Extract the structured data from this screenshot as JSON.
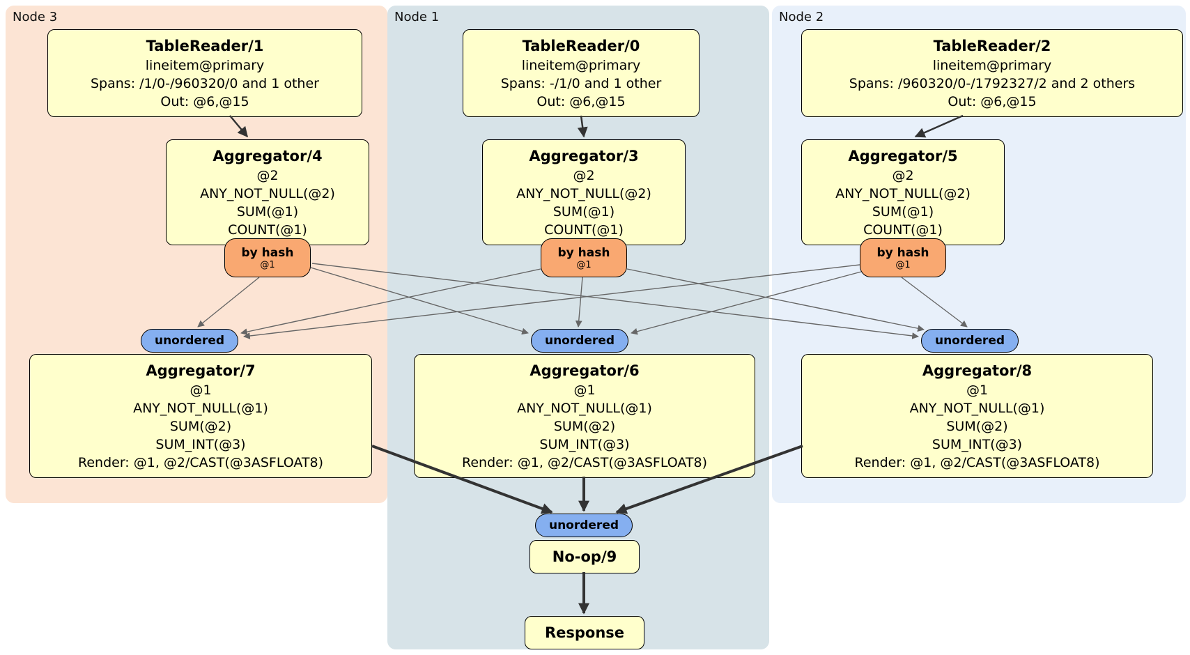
{
  "groups": {
    "node3": {
      "label": "Node 3"
    },
    "node1": {
      "label": "Node 1"
    },
    "node2": {
      "label": "Node 2"
    }
  },
  "processors": {
    "tr1": {
      "title": "TableReader/1",
      "lines": [
        "lineitem@primary",
        "Spans: /1/0-/960320/0 and 1 other",
        "Out: @6,@15"
      ]
    },
    "tr0": {
      "title": "TableReader/0",
      "lines": [
        "lineitem@primary",
        "Spans: -/1/0 and 1 other",
        "Out: @6,@15"
      ]
    },
    "tr2": {
      "title": "TableReader/2",
      "lines": [
        "lineitem@primary",
        "Spans: /960320/0-/1792327/2 and 2 others",
        "Out: @6,@15"
      ]
    },
    "agg4": {
      "title": "Aggregator/4",
      "lines": [
        "@2",
        "ANY_NOT_NULL(@2)",
        "SUM(@1)",
        "COUNT(@1)"
      ]
    },
    "agg3": {
      "title": "Aggregator/3",
      "lines": [
        "@2",
        "ANY_NOT_NULL(@2)",
        "SUM(@1)",
        "COUNT(@1)"
      ]
    },
    "agg5": {
      "title": "Aggregator/5",
      "lines": [
        "@2",
        "ANY_NOT_NULL(@2)",
        "SUM(@1)",
        "COUNT(@1)"
      ]
    },
    "agg7": {
      "title": "Aggregator/7",
      "lines": [
        "@1",
        "ANY_NOT_NULL(@1)",
        "SUM(@2)",
        "SUM_INT(@3)",
        "Render: @1, @2/CAST(@3ASFLOAT8)"
      ]
    },
    "agg6": {
      "title": "Aggregator/6",
      "lines": [
        "@1",
        "ANY_NOT_NULL(@1)",
        "SUM(@2)",
        "SUM_INT(@3)",
        "Render: @1, @2/CAST(@3ASFLOAT8)"
      ]
    },
    "agg8": {
      "title": "Aggregator/8",
      "lines": [
        "@1",
        "ANY_NOT_NULL(@1)",
        "SUM(@2)",
        "SUM_INT(@3)",
        "Render: @1, @2/CAST(@3ASFLOAT8)"
      ]
    },
    "noop9": {
      "title": "No-op/9"
    },
    "response": {
      "title": "Response"
    }
  },
  "router": {
    "label": "by hash",
    "detail": "@1"
  },
  "stream": {
    "label": "unordered"
  },
  "colors": {
    "node3_bg": "#fce4d4",
    "node1_bg": "#d7e3e8",
    "node2_bg": "#e8f0fa",
    "box_bg": "#ffffcc",
    "router_bg": "#f9a871",
    "stream_bg": "#85aff0",
    "edge_thin": "#666666",
    "edge_main": "#333333"
  }
}
